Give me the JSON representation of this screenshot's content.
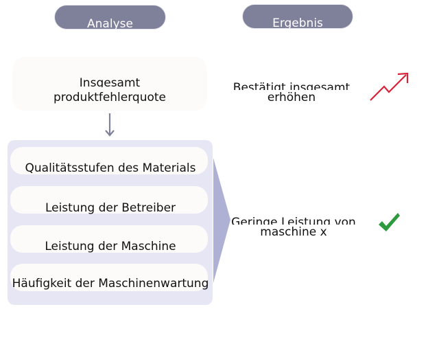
{
  "headers": {
    "analysis": "Analyse",
    "result": "Ergebnis"
  },
  "top_metric": {
    "line1": "Insgesamt",
    "line2": "produktfehlerquote"
  },
  "factors": [
    "Qualitätsstufen des Materials",
    "Leistung der Betreiber",
    "Leistung der Maschine",
    "Häufigkeit der Maschinenwartung"
  ],
  "results": [
    {
      "line1": "Bestätigt insgesamt",
      "line2": "erhöhen",
      "icon": "trend-up-icon",
      "color": "#d9223a"
    },
    {
      "line1": "Geringe Leistung von",
      "line2": "maschine x",
      "icon": "check-icon",
      "color": "#2e9a3e"
    }
  ],
  "colors": {
    "header_pill": "#7f8099",
    "factor_panel": "#e6e6f4",
    "arrow": "#aeb0d4",
    "box_fill": "#fcfbf9",
    "down_arrow": "#7f8099"
  }
}
